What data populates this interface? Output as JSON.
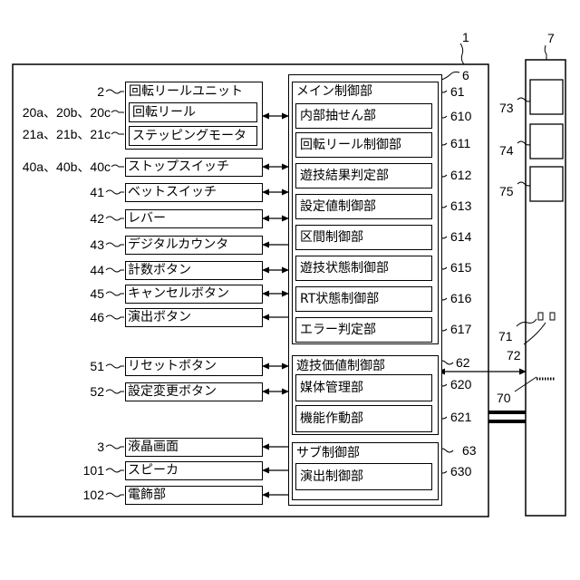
{
  "refs": {
    "machine": "1",
    "main_control": "6",
    "cabinet": "7",
    "display_73": "73",
    "display_74": "74",
    "display_75": "75",
    "part_71": "71",
    "part_72": "72",
    "part_70": "70"
  },
  "left_items": [
    {
      "ref": "2",
      "label": "回転リールユニット"
    },
    {
      "ref": "20a、20b、20c",
      "label": "回転リール"
    },
    {
      "ref": "21a、21b、21c",
      "label": "ステッピングモータ"
    },
    {
      "ref": "40a、40b、40c",
      "label": "ストップスイッチ"
    },
    {
      "ref": "41",
      "label": "ベットスイッチ"
    },
    {
      "ref": "42",
      "label": "レバー"
    },
    {
      "ref": "43",
      "label": "デジタルカウンタ"
    },
    {
      "ref": "44",
      "label": "計数ボタン"
    },
    {
      "ref": "45",
      "label": "キャンセルボタン"
    },
    {
      "ref": "46",
      "label": "演出ボタン"
    },
    {
      "ref": "51",
      "label": "リセットボタン"
    },
    {
      "ref": "52",
      "label": "設定変更ボタン"
    },
    {
      "ref": "3",
      "label": "液晶画面"
    },
    {
      "ref": "101",
      "label": "スピーカ"
    },
    {
      "ref": "102",
      "label": "電飾部"
    }
  ],
  "main_group": {
    "ref": "61",
    "label": "メイン制御部"
  },
  "main_items": [
    {
      "ref": "610",
      "label": "内部抽せん部"
    },
    {
      "ref": "611",
      "label": "回転リール制御部"
    },
    {
      "ref": "612",
      "label": "遊技結果判定部"
    },
    {
      "ref": "613",
      "label": "設定値制御部"
    },
    {
      "ref": "614",
      "label": "区間制御部"
    },
    {
      "ref": "615",
      "label": "遊技状態制御部"
    },
    {
      "ref": "616",
      "label": "RT状態制御部"
    },
    {
      "ref": "617",
      "label": "エラー判定部"
    }
  ],
  "value_group": {
    "ref": "62",
    "label": "遊技価値制御部"
  },
  "value_items": [
    {
      "ref": "620",
      "label": "媒体管理部"
    },
    {
      "ref": "621",
      "label": "機能作動部"
    }
  ],
  "sub_group": {
    "ref": "63",
    "label": "サブ制御部"
  },
  "sub_items": [
    {
      "ref": "630",
      "label": "演出制御部"
    }
  ]
}
